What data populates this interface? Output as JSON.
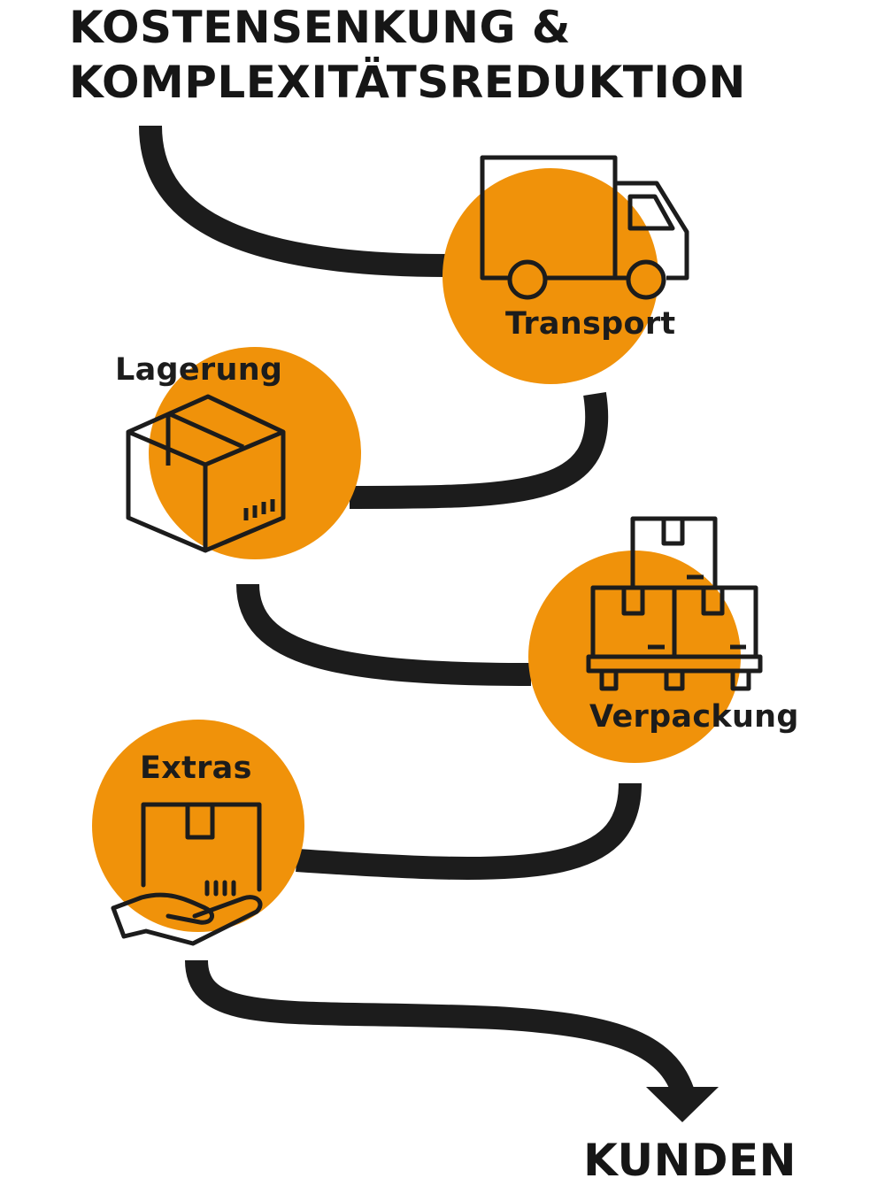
{
  "title": {
    "line1": "KOSTENSENKUNG &",
    "line2": "KOMPLEXITÄTSREDUKTION"
  },
  "steps": [
    {
      "label": "Transport",
      "icon": "truck-icon"
    },
    {
      "label": "Lagerung",
      "icon": "box-icon"
    },
    {
      "label": "Verpackung",
      "icon": "pallet-icon"
    },
    {
      "label": "Extras",
      "icon": "hand-box-icon"
    }
  ],
  "end_label": "KUNDEN",
  "colors": {
    "accent": "#F0920A",
    "ink": "#1c1c1c",
    "background": "#ffffff"
  }
}
